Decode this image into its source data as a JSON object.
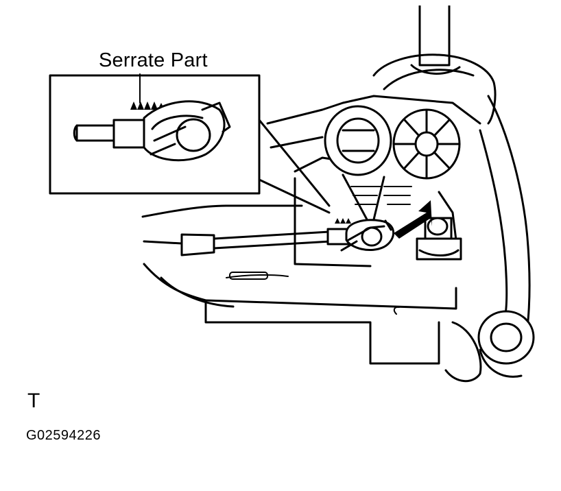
{
  "callout": {
    "label": "Serrate Part"
  },
  "view": {
    "letter": "T"
  },
  "figure": {
    "id": "G02594226"
  },
  "colors": {
    "ink": "#000000",
    "paper": "#ffffff"
  },
  "icons": {
    "pointer": "black-arrow-icon"
  }
}
